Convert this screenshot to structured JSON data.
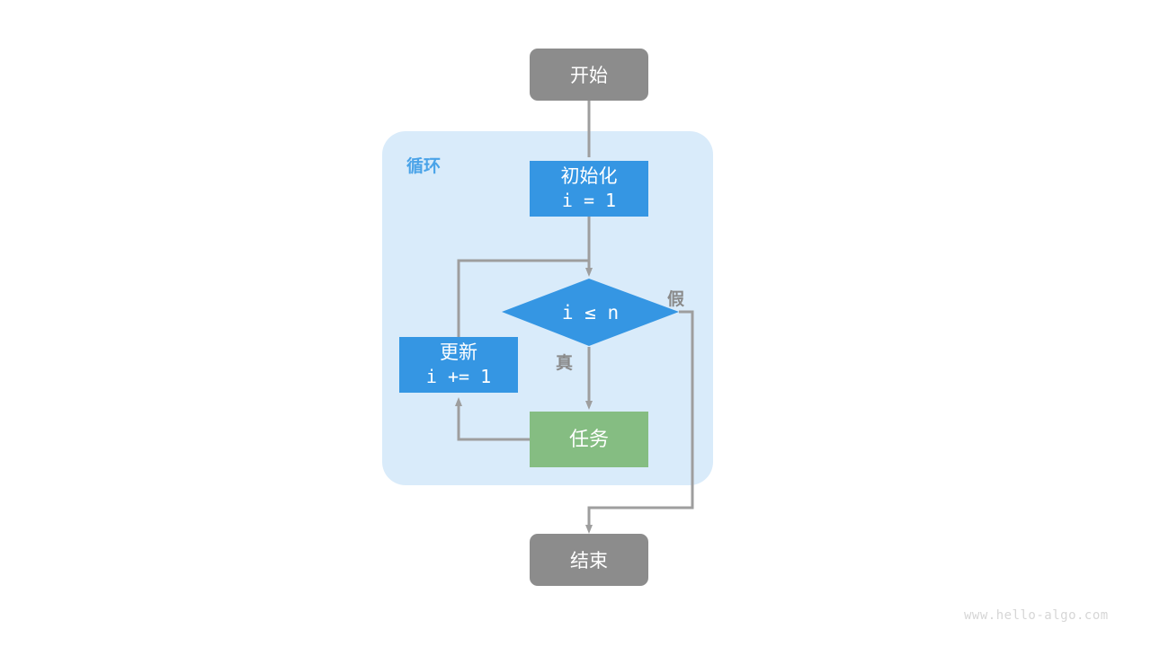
{
  "diagram": {
    "title_watermark": "www.hello-algo.com",
    "group": {
      "label": "循环",
      "fill": "#d9ebfa"
    },
    "colors": {
      "terminal": "#8c8c8c",
      "process": "#3596e3",
      "task": "#85bd82",
      "edge": "#9e9e9e",
      "group_label": "#4aa3e8",
      "edge_label": "#8a8a8a",
      "watermark": "#d6d6d6",
      "background": "#ffffff"
    },
    "nodes": {
      "start": {
        "label": "开始",
        "shape": "rounded-rect",
        "type": "terminal"
      },
      "init": {
        "label_line1": "初始化",
        "label_line2": "i = 1",
        "shape": "rect",
        "type": "process"
      },
      "condition": {
        "label": "i ≤ n",
        "shape": "diamond",
        "type": "decision"
      },
      "update": {
        "label_line1": "更新",
        "label_line2": "i += 1",
        "shape": "rect",
        "type": "process"
      },
      "task": {
        "label": "任务",
        "shape": "rect",
        "type": "task"
      },
      "end": {
        "label": "结束",
        "shape": "rounded-rect",
        "type": "terminal"
      }
    },
    "edge_labels": {
      "true_branch": "真",
      "false_branch": "假"
    }
  }
}
